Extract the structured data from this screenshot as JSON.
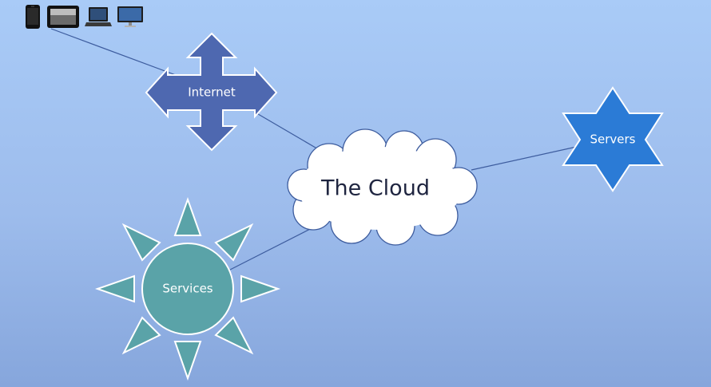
{
  "diagram": {
    "nodes": {
      "internet": {
        "label": "Internet",
        "shape": "four-way-arrow",
        "color": "#4e68b0"
      },
      "cloud": {
        "label": "The Cloud",
        "shape": "cloud",
        "color": "#ffffff"
      },
      "servers": {
        "label": "Servers",
        "shape": "six-point-star",
        "color": "#2b7bd6"
      },
      "services": {
        "label": "Services",
        "shape": "sun",
        "color": "#5aa3a8"
      }
    },
    "devices": [
      {
        "name": "phone-icon"
      },
      {
        "name": "tablet-icon"
      },
      {
        "name": "laptop-icon"
      },
      {
        "name": "monitor-icon"
      }
    ],
    "connectors": [
      {
        "from": "devices",
        "to": "internet"
      },
      {
        "from": "internet",
        "to": "cloud"
      },
      {
        "from": "cloud",
        "to": "servers"
      },
      {
        "from": "cloud",
        "to": "services"
      }
    ],
    "line_color": "#3d5c9e"
  }
}
